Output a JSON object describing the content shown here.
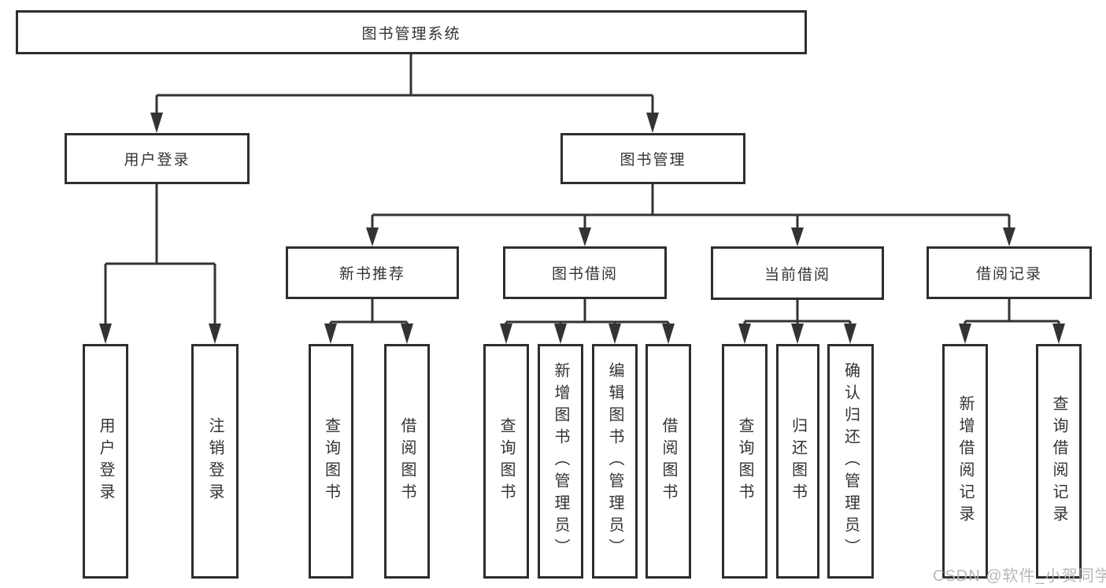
{
  "diagram": {
    "title": "图书管理系统",
    "colors": {
      "line": "#333333",
      "border": "#2e2e2e",
      "text": "#333333",
      "background": "#ffffff",
      "watermark": "#b2b2b2"
    },
    "watermark": "CSDN @软件_小贺同学",
    "nodes": {
      "root": {
        "label": "图书管理系统"
      },
      "user_login": {
        "label": "用户登录"
      },
      "book_mgmt": {
        "label": "图书管理"
      },
      "user_login_leaf": {
        "label": "用户登录"
      },
      "logout": {
        "label": "注销登录"
      },
      "new_book_rec": {
        "label": "新书推荐"
      },
      "book_borrow": {
        "label": "图书借阅"
      },
      "current_borrow": {
        "label": "当前借阅"
      },
      "borrow_records": {
        "label": "借阅记录"
      },
      "nbr_query": {
        "label": "查询图书"
      },
      "nbr_borrow": {
        "label": "借阅图书"
      },
      "bb_query": {
        "label": "查询图书"
      },
      "bb_add": {
        "label": "新增图书（管理员）"
      },
      "bb_edit": {
        "label": "编辑图书（管理员）"
      },
      "bb_borrow": {
        "label": "借阅图书"
      },
      "cb_query": {
        "label": "查询图书"
      },
      "cb_return": {
        "label": "归还图书"
      },
      "cb_confirm": {
        "label": "确认归还（管理员）"
      },
      "br_add": {
        "label": "新增借阅记录"
      },
      "br_query": {
        "label": "查询借阅记录"
      }
    },
    "hierarchy": [
      {
        "parent": "图书管理系统",
        "children": [
          "用户登录",
          "图书管理"
        ]
      },
      {
        "parent": "用户登录",
        "children": [
          "用户登录",
          "注销登录"
        ]
      },
      {
        "parent": "图书管理",
        "children": [
          "新书推荐",
          "图书借阅",
          "当前借阅",
          "借阅记录"
        ]
      },
      {
        "parent": "新书推荐",
        "children": [
          "查询图书",
          "借阅图书"
        ]
      },
      {
        "parent": "图书借阅",
        "children": [
          "查询图书",
          "新增图书（管理员）",
          "编辑图书（管理员）",
          "借阅图书"
        ]
      },
      {
        "parent": "当前借阅",
        "children": [
          "查询图书",
          "归还图书",
          "确认归还（管理员）"
        ]
      },
      {
        "parent": "借阅记录",
        "children": [
          "新增借阅记录",
          "查询借阅记录"
        ]
      }
    ]
  }
}
